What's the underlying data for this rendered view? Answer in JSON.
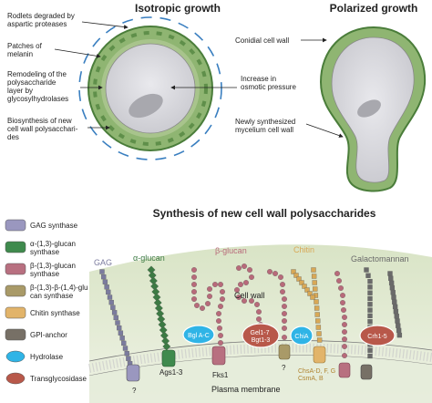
{
  "top": {
    "isotropic_title": "Isotropic growth",
    "polarized_title": "Polarized growth",
    "left_labels": [
      {
        "lines": [
          "Rodlets degraded by",
          "aspartic proteases"
        ]
      },
      {
        "lines": [
          "Patches of",
          "melanin"
        ]
      },
      {
        "lines": [
          "Remodeling of the",
          "polysaccharide",
          "layer by",
          "glycosylhydrolases"
        ]
      },
      {
        "lines": [
          "Biosynthesis of new",
          "cell wall polysacchari-",
          "des"
        ]
      }
    ],
    "center_label": [
      "Increase in",
      "osmotic pressure"
    ],
    "right_labels": [
      {
        "lines": [
          "Conidial cell wall"
        ]
      },
      {
        "lines": [
          "Newly synthesized",
          "mycelium cell wall"
        ]
      }
    ]
  },
  "synthesis": {
    "title": "Synthesis of new cell wall polysaccharides",
    "polysaccharides": [
      {
        "name": "GAG",
        "color": "#7b7b9e"
      },
      {
        "name": "α-glucan",
        "color": "#3c7a43"
      },
      {
        "name": "β-glucan",
        "color": "#b86a7a"
      },
      {
        "name": "Chitin",
        "color": "#d8a856"
      },
      {
        "name": "Galactomannan",
        "color": "#6a6a6a"
      }
    ],
    "cell_wall_label": "Cell wall",
    "plasma_membrane_label": "Plasma membrane",
    "enzymes": {
      "ags": "Ags1-3",
      "fks": "Fks1",
      "bgla": "Bgl A-C",
      "gel": [
        "Gel1-7",
        "Bgt1-3"
      ],
      "chia": "ChiA",
      "crh": "Crh1-5",
      "chs": [
        "ChsA-D, F, G",
        "CsmA, B"
      ],
      "q1": "?",
      "q2": "?"
    }
  },
  "legend": [
    {
      "label": [
        "GAG synthase"
      ],
      "color": "#9a97bf"
    },
    {
      "label": [
        "α-(1,3)-glucan",
        "synthase"
      ],
      "color": "#3f8a4d"
    },
    {
      "label": [
        "β-(1,3)-glucan",
        "synthase"
      ],
      "color": "#b87080"
    },
    {
      "label": [
        "β-(1,3)-β-(1,4)-glu",
        "can synthase"
      ],
      "color": "#a99a68"
    },
    {
      "label": [
        "Chitin synthase"
      ],
      "color": "#e2b46a"
    },
    {
      "label": [
        "GPI-anchor"
      ],
      "color": "#777066"
    },
    {
      "label": [
        "Hydrolase"
      ],
      "color": "#2fb4e6"
    },
    {
      "label": [
        "Transglycosidase"
      ],
      "color": "#b8584a"
    }
  ],
  "colors": {
    "wall_green": "#8fb572",
    "wall_dark": "#4a7d3a",
    "cell_gray": "#d8d8dc",
    "vacuole": "#a8a8ae",
    "dash_blue": "#3a7fc0",
    "membrane": "#c8d4b4"
  }
}
